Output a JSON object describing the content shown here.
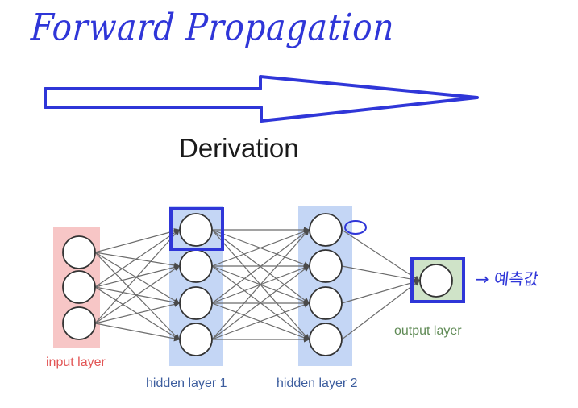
{
  "handwritten_title": "Forward Propagation",
  "diagram_title": "Derivation",
  "layers": {
    "input": "input layer",
    "hidden1": "hidden layer 1",
    "hidden2": "hidden layer 2",
    "output": "output layer"
  },
  "output_annotation": "→ 예측값",
  "colors": {
    "ink": "#2f36d8",
    "input_band": "#f7c6c6",
    "hidden_band": "#c4d6f5",
    "output_band": "#cfe3c8"
  }
}
